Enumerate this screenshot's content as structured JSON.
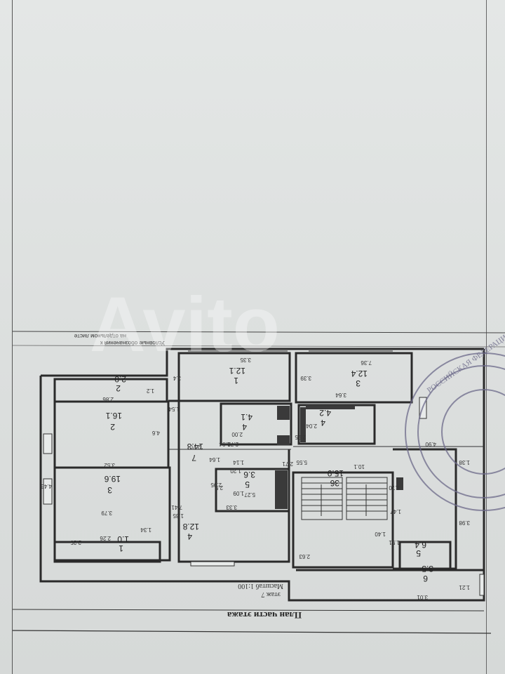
{
  "document": {
    "title": "План части этажа",
    "floor_label": "этаж 7",
    "scale_label": "Масштаб 1:100",
    "legend_text": "Условные обозначения к",
    "legend_text2": "на отдельном листе"
  },
  "rooms": [
    {
      "id": "r1-upper",
      "number": "1",
      "area": "12.1"
    },
    {
      "id": "r2-upper",
      "number": "2",
      "area": "2.0"
    },
    {
      "id": "r2-mid",
      "number": "2",
      "area": "16.1"
    },
    {
      "id": "r3-left",
      "number": "3",
      "area": "19.6"
    },
    {
      "id": "r1-lower",
      "number": "1",
      "area": "1.0"
    },
    {
      "id": "r4-bath",
      "number": "4",
      "area": "4.1"
    },
    {
      "id": "r7-hall",
      "number": "7",
      "area": "14.3"
    },
    {
      "id": "r5-bath",
      "number": "5",
      "area": "3.6"
    },
    {
      "id": "r4-lower",
      "number": "4",
      "area": "12.8"
    },
    {
      "id": "r3-right",
      "number": "3",
      "area": "12.4"
    },
    {
      "id": "r4-right-bath",
      "number": "4",
      "area": "4.2"
    },
    {
      "id": "r-stair",
      "number": "36",
      "area": "15.9"
    },
    {
      "id": "r5-small",
      "number": "5",
      "area": "6.4"
    },
    {
      "id": "r-bottom-right",
      "number": "6",
      "area": "3.5"
    }
  ],
  "dimensions": [
    "3.35",
    "3.4",
    "2.86",
    "1.2",
    "4.6",
    "3.52",
    "4.46",
    "3.79",
    "7.41",
    "1.34",
    "2.26",
    "1.54",
    "2.00",
    "1.94",
    "2.72",
    "1.20",
    "1.64",
    "2.70",
    "2.5",
    "1.14",
    "1.09",
    "5.27",
    "2.95",
    "1.35",
    "3.33",
    "7.36",
    "3.39",
    "3.64",
    "2.04",
    "2.95",
    "5.55",
    "2.71",
    "10.1",
    "1.70",
    "1.47",
    "1.40",
    "2.63",
    "1.51",
    "3.01",
    "1.21",
    "3.98",
    "4.90",
    "1.38",
    "2.25"
  ],
  "stamp": {
    "text": "РОССИЙСКАЯ ФЕДЕРАЦИЯ"
  },
  "watermark": "Avito",
  "colors": {
    "paper": "#dde0df",
    "ink": "#2a2a2a",
    "stamp": "#6c6a8a"
  }
}
